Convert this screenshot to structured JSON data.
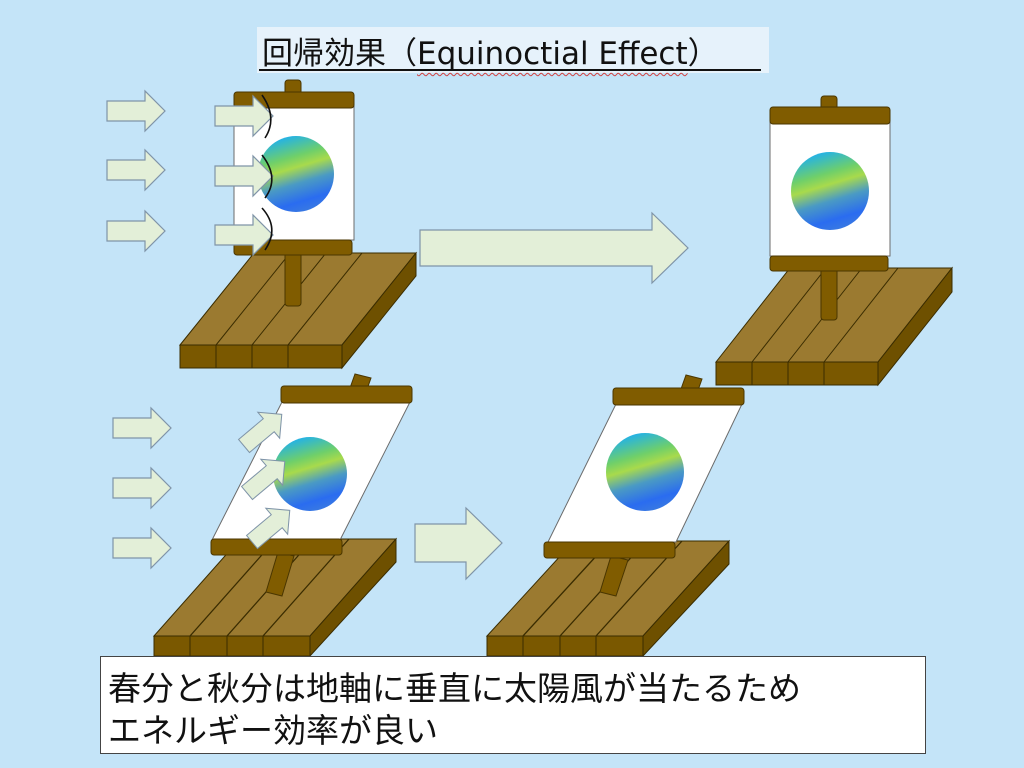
{
  "title": {
    "jp": "回帰効果（",
    "en": "Equinoctial Effect",
    "close": "）"
  },
  "caption": {
    "line1": "春分と秋分は地軸に垂直に太陽風が当たるため",
    "line2": "エネルギー効率が良い"
  },
  "colors": {
    "background": "#c4e4f8",
    "arrow_fill": "#e3efd8",
    "arrow_stroke": "#7f94a8",
    "wood_top": "#9b7a30",
    "wood_dark": "#7a5800",
    "frame": "#805c00",
    "globe_blue": "#2d6ff0",
    "globe_green": "#a4d84c",
    "globe_cyan": "#22a8e6"
  },
  "panels": [
    {
      "id": "upright-hit",
      "state": "upright easel struck by wind"
    },
    {
      "id": "upright-result",
      "state": "upright easel after"
    },
    {
      "id": "tilted-hit",
      "state": "tilted easel struck by wind"
    },
    {
      "id": "tilted-result",
      "state": "tilted easel after"
    }
  ]
}
